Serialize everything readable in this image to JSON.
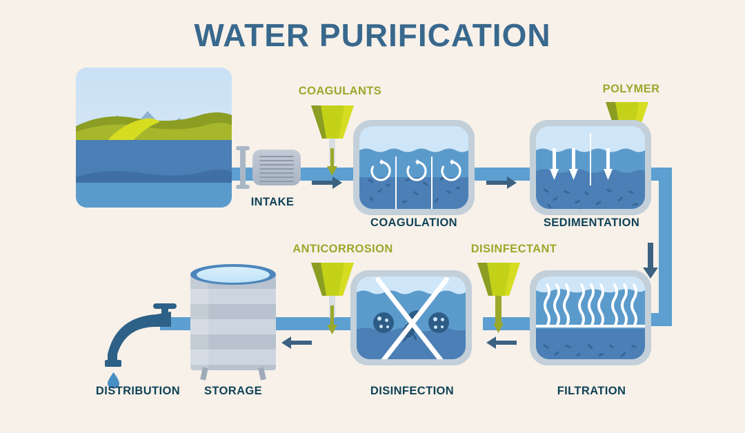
{
  "title": "WATER PURIFICATION",
  "colors": {
    "background": "#f7f1e9",
    "title": "#39688d",
    "stage_label": "#0f4257",
    "chemical_label": "#9aa82b",
    "pipe": "#5c9fd0",
    "arrow": "#3c6181",
    "tank_frame": "#c3cfd9",
    "water_light": "#5b9bcc",
    "water_deep": "#4b7fb5",
    "air": "#cfe6f8",
    "funnel_olive": "#9aa82b",
    "funnel_light": "#c3d219",
    "grass": "#97a828",
    "mountain": "#8fb0cf"
  },
  "chart_data": {
    "type": "diagram",
    "title": "WATER PURIFICATION",
    "layout": "two-row serpentine process flow, left-to-right on top row, right-to-left on bottom row",
    "stages": [
      {
        "id": "source",
        "label": "",
        "row": 1,
        "order": 0,
        "icon": "landscape-reservoir"
      },
      {
        "id": "intake",
        "label": "INTAKE",
        "row": 1,
        "order": 1,
        "icon": "pump"
      },
      {
        "id": "coagulation",
        "label": "COAGULATION",
        "row": 1,
        "order": 2,
        "icon": "tank-with-mixers"
      },
      {
        "id": "sedimentation",
        "label": "SEDIMENTATION",
        "row": 1,
        "order": 3,
        "icon": "tank-with-settling-arrows"
      },
      {
        "id": "filtration",
        "label": "FILTRATION",
        "row": 2,
        "order": 4,
        "icon": "tank-with-filter-media"
      },
      {
        "id": "disinfection",
        "label": "DISINFECTION",
        "row": 2,
        "order": 5,
        "icon": "tank-with-x-and-germs"
      },
      {
        "id": "storage",
        "label": "STORAGE",
        "row": 2,
        "order": 6,
        "icon": "cylindrical-tank"
      },
      {
        "id": "distribution",
        "label": "DISTRIBUTION",
        "row": 2,
        "order": 7,
        "icon": "faucet-with-droplet"
      }
    ],
    "chemical_inputs": [
      {
        "label": "COAGULANTS",
        "injected_into": "coagulation",
        "row": 1
      },
      {
        "label": "POLYMER",
        "injected_into": "sedimentation",
        "row": 1
      },
      {
        "label": "ANTICORROSION",
        "injected_into": "storage",
        "row": 2
      },
      {
        "label": "DISINFECTANT",
        "injected_into": "disinfection",
        "row": 2
      }
    ],
    "flow_arrows": [
      {
        "from": "intake",
        "to": "coagulation",
        "direction": "right"
      },
      {
        "from": "coagulation",
        "to": "sedimentation",
        "direction": "right"
      },
      {
        "from": "sedimentation",
        "to": "filtration",
        "direction": "down"
      },
      {
        "from": "filtration",
        "to": "disinfection",
        "direction": "left"
      },
      {
        "from": "disinfection",
        "to": "storage",
        "direction": "left"
      }
    ]
  },
  "labels": {
    "intake": "INTAKE",
    "coagulation": "COAGULATION",
    "sedimentation": "SEDIMENTATION",
    "filtration": "FILTRATION",
    "disinfection": "DISINFECTION",
    "storage": "STORAGE",
    "distribution": "DISTRIBUTION"
  },
  "chemicals": {
    "coagulants": "COAGULANTS",
    "polymer": "POLYMER",
    "anticorrosion": "ANTICORROSION",
    "disinfectant": "DISINFECTANT"
  }
}
